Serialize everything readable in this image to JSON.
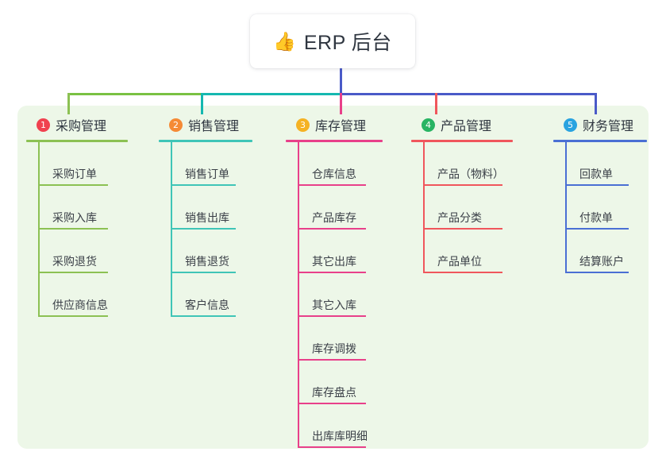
{
  "root": {
    "emoji": "👍",
    "emoji_name": "thumbs-up-icon",
    "title": "ERP 后台"
  },
  "colors": {
    "panel_background": "#edf7e8",
    "page_background": "#ffffff",
    "text": "#2f3640",
    "connector_green": "#7ac143",
    "connector_teal": "#15b8b0",
    "connector_indigo": "#4a5ac8",
    "connector_pink": "#e8408a",
    "connector_red": "#f0565c"
  },
  "connectors": {
    "trunk_color": "#4a5ac8",
    "bar_segments": [
      {
        "color": "#7ac143",
        "label": "green-segment"
      },
      {
        "color": "#15b8b0",
        "label": "teal-segment"
      },
      {
        "color": "#4a5ac8",
        "label": "indigo-segment"
      }
    ]
  },
  "columns": [
    {
      "number": "1",
      "title": "采购管理",
      "badge_color": "#f0414f",
      "line_color": "#8cc153",
      "drop_color": "#8cc153",
      "items": [
        "采购订单",
        "采购入库",
        "采购退货",
        "供应商信息"
      ]
    },
    {
      "number": "2",
      "title": "销售管理",
      "badge_color": "#f58a35",
      "line_color": "#3fc5b7",
      "drop_color": "#15b8b0",
      "items": [
        "销售订单",
        "销售出库",
        "销售退货",
        "客户信息"
      ]
    },
    {
      "number": "3",
      "title": "库存管理",
      "badge_color": "#f5b223",
      "line_color": "#e8408a",
      "drop_color": "#e8408a",
      "items": [
        "仓库信息",
        "产品库存",
        "其它出库",
        "其它入库",
        "库存调拨",
        "库存盘点",
        "出库库明细"
      ]
    },
    {
      "number": "4",
      "title": "产品管理",
      "badge_color": "#28b463",
      "line_color": "#f0565c",
      "drop_color": "#f0565c",
      "items": [
        "产品（物料）",
        "产品分类",
        "产品单位"
      ]
    },
    {
      "number": "5",
      "title": "财务管理",
      "badge_color": "#29a3e0",
      "line_color": "#4a6fd4",
      "drop_color": "#4a5ac8",
      "items": [
        "回款单",
        "付款单",
        "结算账户"
      ]
    }
  ]
}
